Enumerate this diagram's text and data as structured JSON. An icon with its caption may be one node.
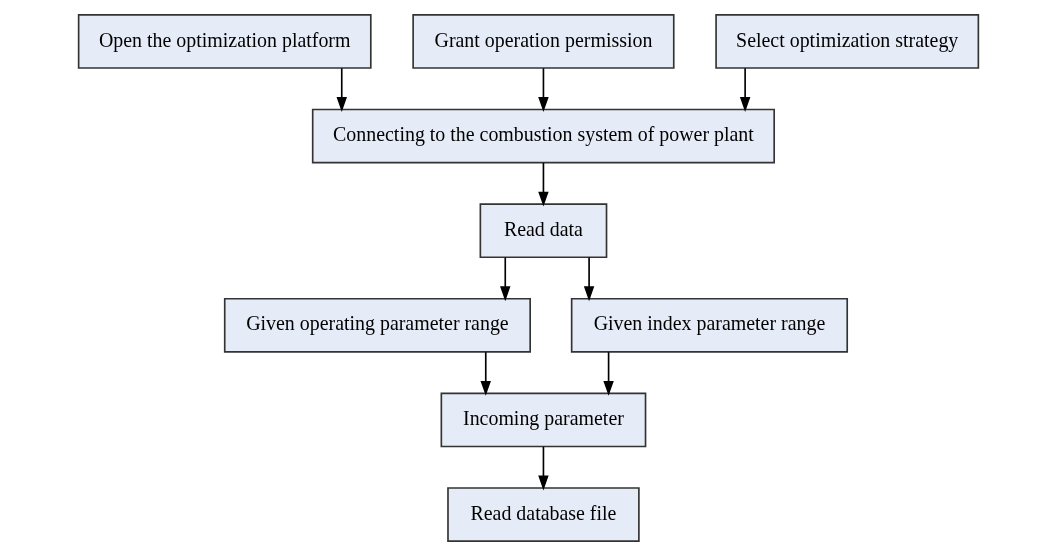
{
  "diagram": {
    "nodes": [
      {
        "text": [
          "Open the optimization platform"
        ]
      },
      {
        "text": [
          "Grant operation permission"
        ]
      },
      {
        "text": [
          "Select optimization strategy"
        ]
      },
      {
        "text": [
          "Connecting to the combustion system of power plant"
        ]
      },
      {
        "text": [
          "Read data"
        ]
      },
      {
        "text": [
          "Given operating parameter range"
        ]
      },
      {
        "text": [
          "Given index parameter range"
        ]
      },
      {
        "text": [
          "Incoming parameter"
        ]
      },
      {
        "text": [
          "Read database file"
        ]
      }
    ],
    "edges": [
      {
        "from": 0,
        "to": 3,
        "arrow": "to"
      },
      {
        "from": 1,
        "to": 3,
        "arrow": "to"
      },
      {
        "from": 2,
        "to": 3,
        "arrow": "to"
      },
      {
        "from": 3,
        "to": 4,
        "arrow": "to"
      },
      {
        "from": 4,
        "to": 5,
        "arrow": "to"
      },
      {
        "from": 4,
        "to": 6,
        "arrow": "to"
      },
      {
        "from": 5,
        "to": 7,
        "arrow": "to"
      },
      {
        "from": 6,
        "to": 7,
        "arrow": "to"
      },
      {
        "from": 7,
        "to": 8,
        "arrow": "to"
      }
    ]
  }
}
